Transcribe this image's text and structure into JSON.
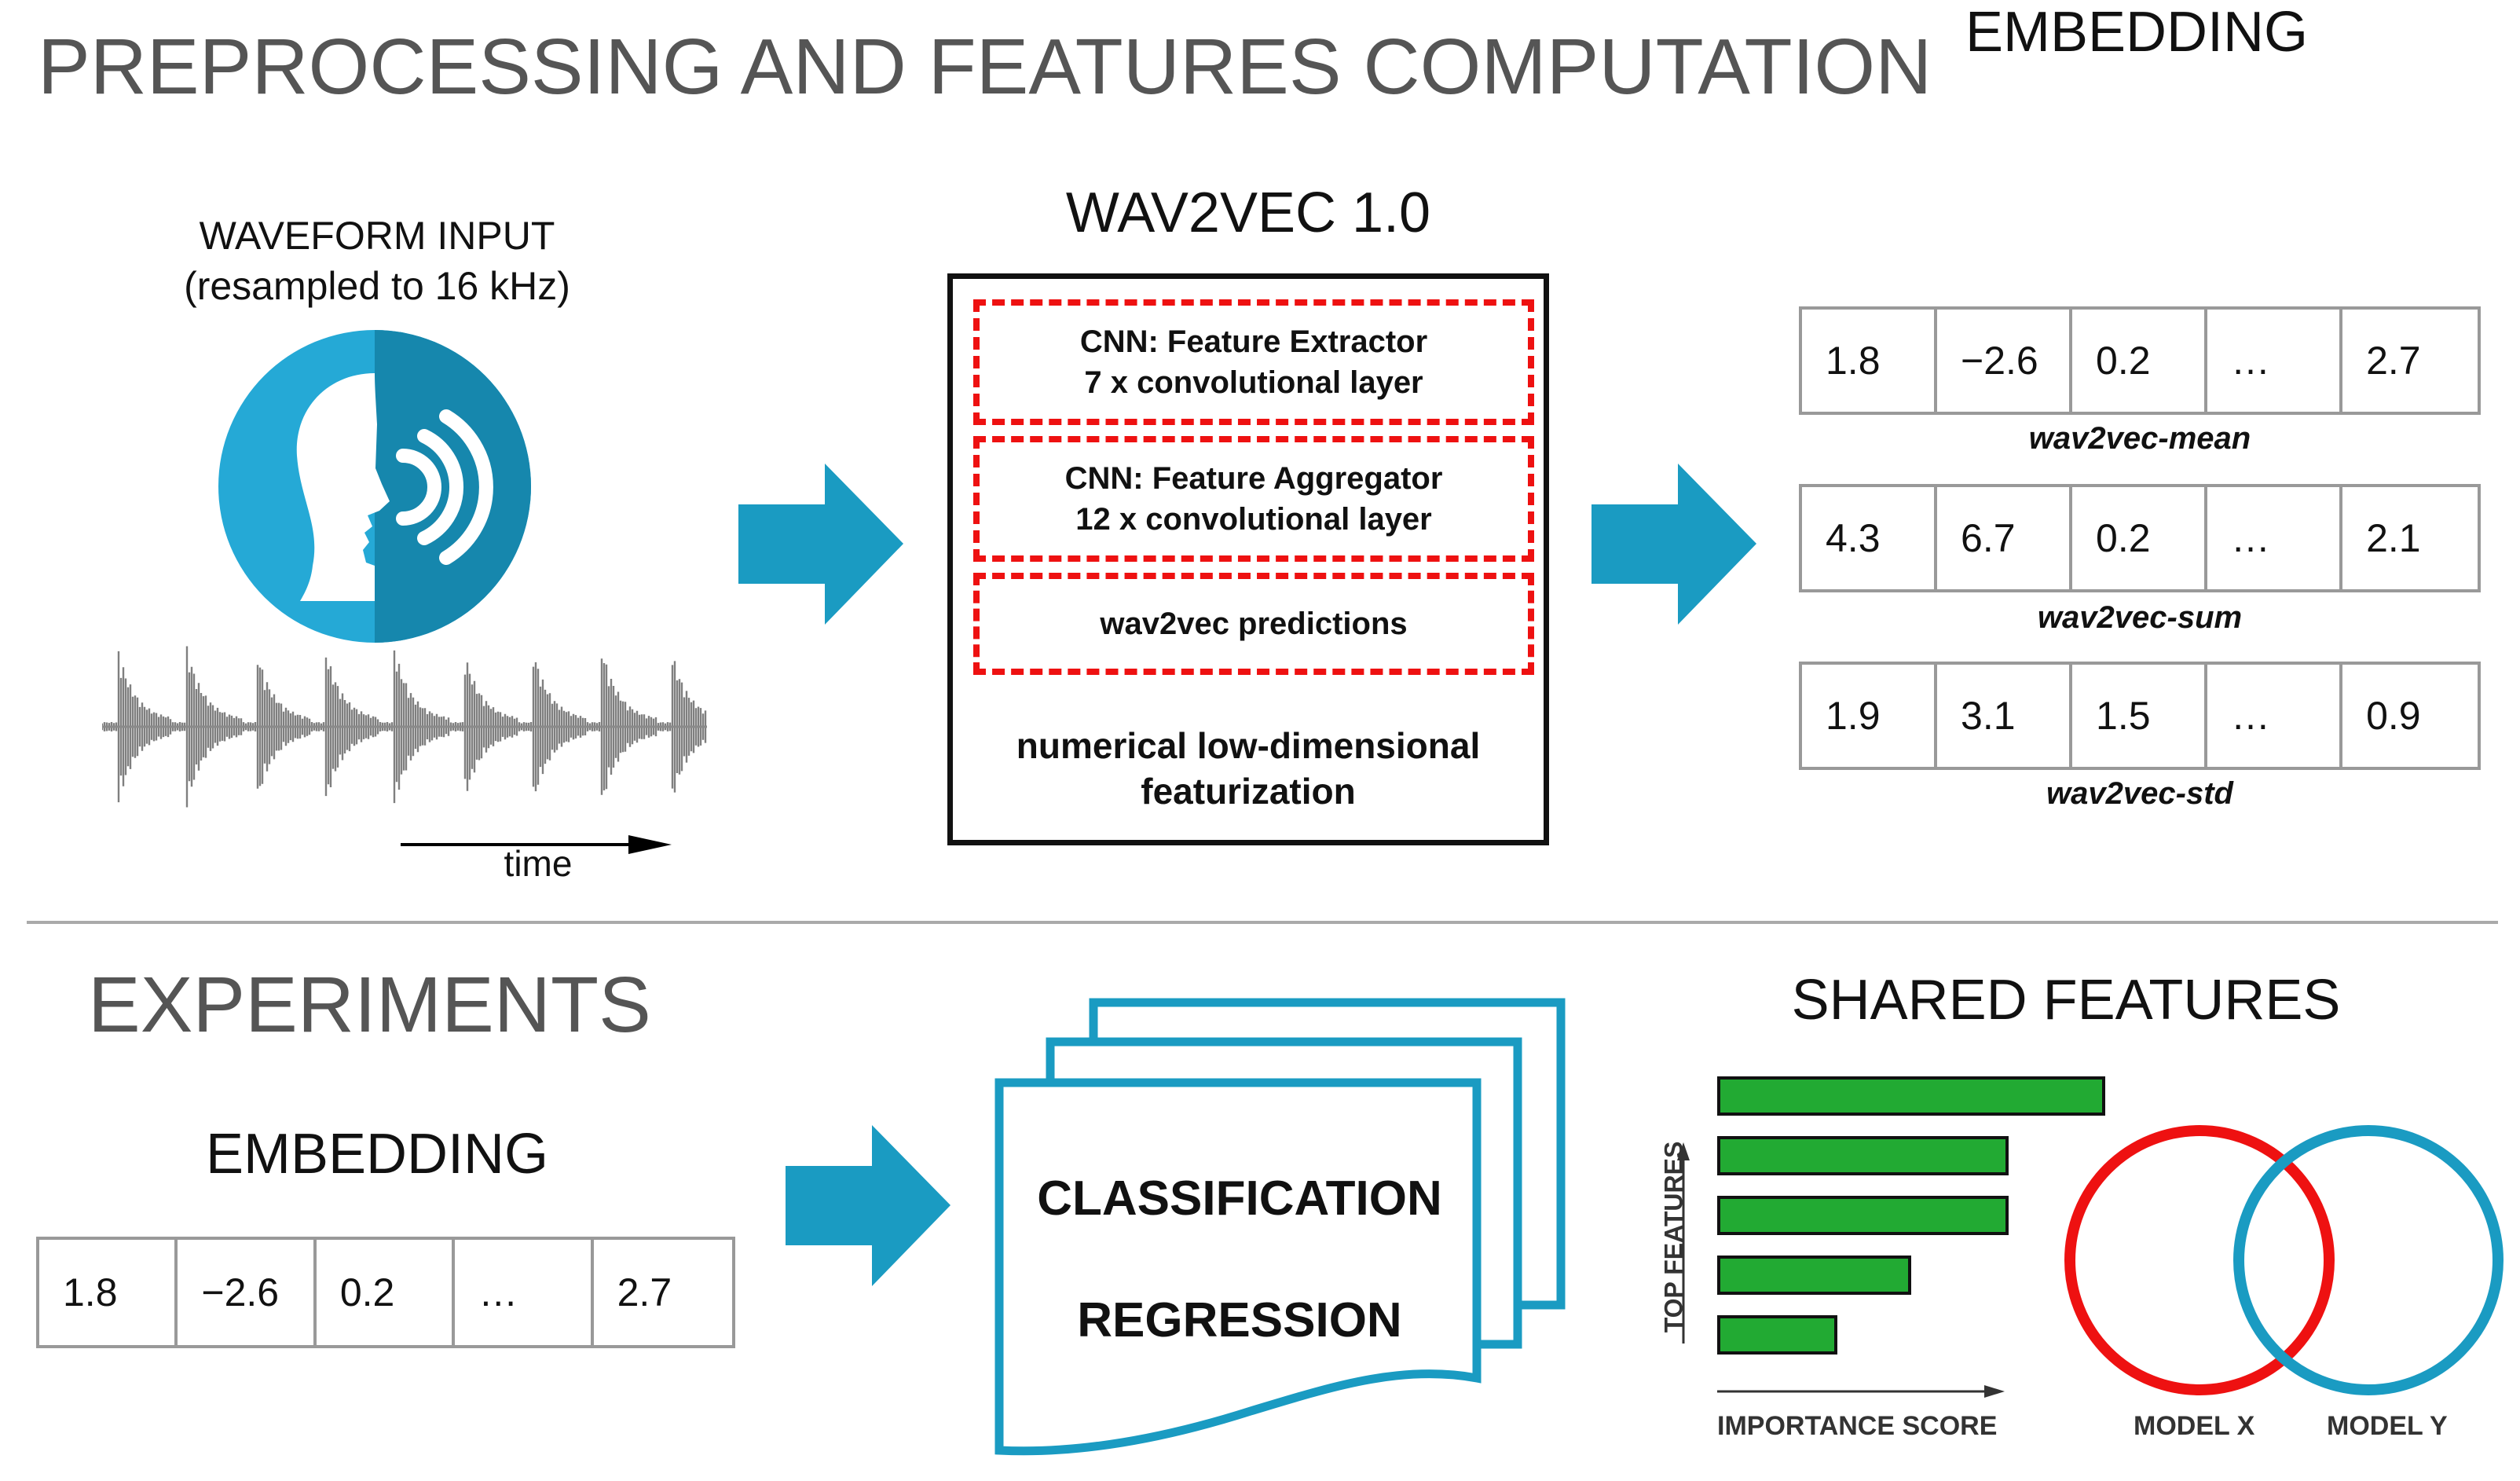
{
  "top_title": "PREPROCESSING AND FEATURES COMPUTATION",
  "waveform": {
    "title_line1": "WAVEFORM INPUT",
    "title_line2": "(resampled to 16 kHz)",
    "time_label": "time"
  },
  "wav2vec": {
    "title": "WAV2VEC 1.0",
    "layers": [
      {
        "line1": "CNN: Feature Extractor",
        "line2": "7 x convolutional layer"
      },
      {
        "line1": "CNN: Feature Aggregator",
        "line2": "12 x convolutional layer"
      },
      {
        "line1": "wav2vec predictions",
        "line2": ""
      }
    ],
    "footer_line1": "numerical low-dimensional",
    "footer_line2": "featurization"
  },
  "embedding_top": {
    "title": "EMBEDDING",
    "rows": [
      {
        "values": [
          "1.8",
          "−2.6",
          "0.2",
          "…",
          "2.7"
        ],
        "label": "wav2vec-mean"
      },
      {
        "values": [
          "4.3",
          "6.7",
          "0.2",
          "…",
          "2.1"
        ],
        "label": "wav2vec-sum"
      },
      {
        "values": [
          "1.9",
          "3.1",
          "1.5",
          "…",
          "0.9"
        ],
        "label": "wav2vec-std"
      }
    ]
  },
  "experiments": {
    "title": "EXPERIMENTS",
    "embedding_title": "EMBEDDING",
    "embedding_values": [
      "1.8",
      "−2.6",
      "0.2",
      "…",
      "2.7"
    ],
    "task_line1": "CLASSIFICATION",
    "task_line2": "REGRESSION"
  },
  "shared": {
    "title": "SHARED FEATURES",
    "y_axis": "TOP FEATURES",
    "x_axis": "IMPORTANCE SCORE",
    "bar_importance": [
      1.0,
      0.75,
      0.75,
      0.5,
      0.31
    ],
    "model_x": "MODEL X",
    "model_y": "MODEL Y"
  },
  "colors": {
    "accent_blue": "#1a9bc2",
    "dashed_red": "#ee1111",
    "bar_green": "#22aa33",
    "venn_red": "#ee1111",
    "heading_gray": "#555555"
  }
}
